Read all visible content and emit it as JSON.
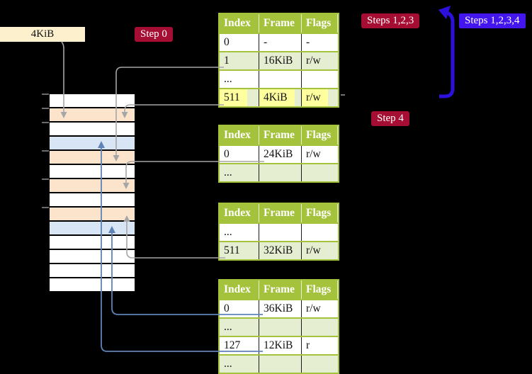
{
  "labels": {
    "l4_frame_address": "4KiB"
  },
  "badges": {
    "step0": "Step 0",
    "steps123": "Steps 1,2,3",
    "steps1234": "Steps 1,2,3,4",
    "step4": "Step 4"
  },
  "colors": {
    "table_header_green": "#a4c23c",
    "table_row_green": "#e6eed2",
    "highlight_yellow": "#ffff9d",
    "badge_red": "#a60d33",
    "badge_blue": "#4316ee",
    "loop_arrow_blue": "#2c11dd",
    "pointer_gray": "#a6a6a6",
    "pointer_blue": "#5e83b7",
    "frame_box_cream": "#fdf0cd",
    "strip_page_table_orange": "#fce3cb",
    "strip_mapped_blue": "#d8e5f4"
  },
  "memory_strip": {
    "row_kinds": [
      "free",
      "page-table",
      "free",
      "mapped",
      "page-table",
      "free",
      "page-table",
      "free",
      "page-table",
      "mapped",
      "free",
      "free",
      "free",
      "free"
    ]
  },
  "tables": [
    {
      "name": "level-4-page-table",
      "headers": [
        "Index",
        "Frame",
        "Flags"
      ],
      "rows": [
        {
          "index": "0",
          "frame": "-",
          "flags": "-"
        },
        {
          "index": "1",
          "frame": "16KiB",
          "flags": "r/w"
        },
        {
          "index": "...",
          "frame": "",
          "flags": ""
        },
        {
          "index": "511",
          "frame": "4KiB",
          "flags": "r/w"
        }
      ]
    },
    {
      "name": "level-3-page-table",
      "headers": [
        "Index",
        "Frame",
        "Flags"
      ],
      "rows": [
        {
          "index": "0",
          "frame": "24KiB",
          "flags": "r/w"
        },
        {
          "index": "...",
          "frame": "",
          "flags": ""
        }
      ]
    },
    {
      "name": "level-2-page-table",
      "headers": [
        "Index",
        "Frame",
        "Flags"
      ],
      "rows": [
        {
          "index": "...",
          "frame": "",
          "flags": ""
        },
        {
          "index": "511",
          "frame": "32KiB",
          "flags": "r/w"
        }
      ]
    },
    {
      "name": "level-1-page-table",
      "headers": [
        "Index",
        "Frame",
        "Flags"
      ],
      "rows": [
        {
          "index": "0",
          "frame": "36KiB",
          "flags": "r/w"
        },
        {
          "index": "...",
          "frame": "",
          "flags": ""
        },
        {
          "index": "127",
          "frame": "12KiB",
          "flags": "r"
        },
        {
          "index": "...",
          "frame": "",
          "flags": ""
        }
      ]
    }
  ]
}
